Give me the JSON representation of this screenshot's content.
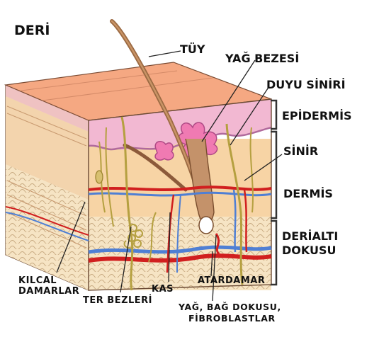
{
  "title": "DERİ",
  "labels": {
    "tuy": "TÜY",
    "yag_bezesi": "YAĞ BEZESİ",
    "duyu_siniri": "DUYU SİNİRİ",
    "epidermis": "EPİDERMİS",
    "sinir": "SİNİR",
    "dermis": "DERMİS",
    "derialti_1": "DERİALTI",
    "derialti_2": "DOKUSU",
    "kilcal_1": "KILCAL",
    "kilcal_2": "DAMARLAR",
    "kas": "KAS",
    "atardamar": "ATARDAMAR",
    "ter_bezleri": "TER BEZLERİ",
    "yag_bag_1": "YAĞ, BAĞ DOKUSU,",
    "yag_bag_2": "FİBROBLASTLAR"
  },
  "colors": {
    "skin_surface": "#f5a882",
    "epidermis": "#f2b8d2",
    "dermis": "#f7d4a5",
    "subcutis": "#f6e4c4",
    "artery": "#d11f1f",
    "vein": "#4f7fd4",
    "hair": "#9b6a43",
    "nerve": "#b5a040"
  }
}
